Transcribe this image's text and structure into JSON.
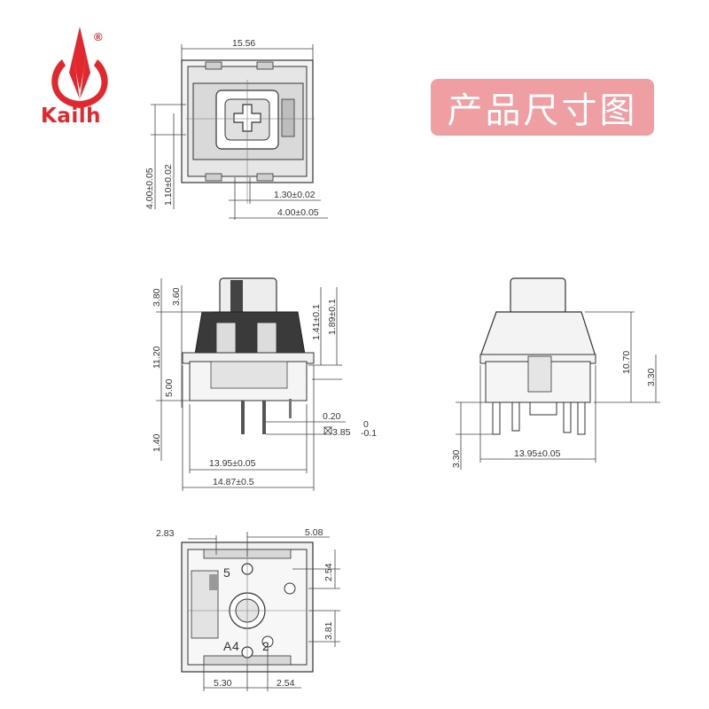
{
  "brand": {
    "name": "Kailh",
    "registered": "®",
    "color": "#e0282e"
  },
  "title": {
    "text": "产品尺寸图",
    "background": "#ef9ea2"
  },
  "top_view": {
    "width_label": "15.56",
    "h_label_a": "4.00±0.05",
    "h_label_b": "1.10±0.02",
    "w_label_a": "1.30±0.02",
    "w_label_b": "4.00±0.05"
  },
  "front_view": {
    "h_3_80": "3.80",
    "h_3_60": "3.60",
    "h_11_20": "11.20",
    "h_5_00": "5.00",
    "h_1_40": "1.40",
    "h_1_41": "1.41±0.1",
    "h_1_89": "1.89±0.1",
    "pin_0_20": "0.20",
    "pin_3_85": "3.85",
    "tol_plus": "0",
    "tol_minus": "-0.1",
    "w_13_95": "13.95±0.05",
    "w_14_87": "14.87±0.5"
  },
  "side_view": {
    "h_10_70": "10.70",
    "h_3_30_right": "3.30",
    "h_3_30_left": "3.30",
    "w_13_95": "13.95±0.05"
  },
  "bottom_view": {
    "w_2_83": "2.83",
    "w_5_08": "5.08",
    "h_2_54": "2.54",
    "h_3_81": "3.81",
    "w_5_30": "5.30",
    "w_2_54": "2.54",
    "pin_5": "5",
    "pin_4": "4",
    "pin_A": "A",
    "pin_2": "2"
  }
}
